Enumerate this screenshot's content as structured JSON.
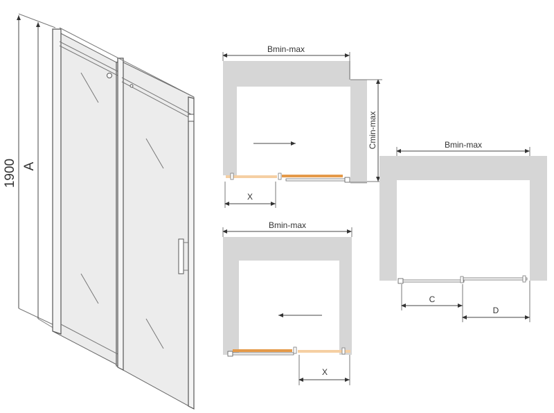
{
  "door_elevation": {
    "height_label": "1900",
    "height_var_label": "A"
  },
  "plan_sliding_right": {
    "width_label": "Bmin-max",
    "depth_label": "Cmin-max",
    "opening_label": "X",
    "direction": "right"
  },
  "plan_sliding_left": {
    "width_label": "Bmin-max",
    "opening_label": "X",
    "direction": "left"
  },
  "plan_closed": {
    "width_label": "Bmin-max",
    "panel_c_label": "C",
    "panel_d_label": "D"
  },
  "colors": {
    "wall": "#d6d6d6",
    "door_orange": "#e49a4a",
    "door_orange_light": "#f5cfa3"
  }
}
